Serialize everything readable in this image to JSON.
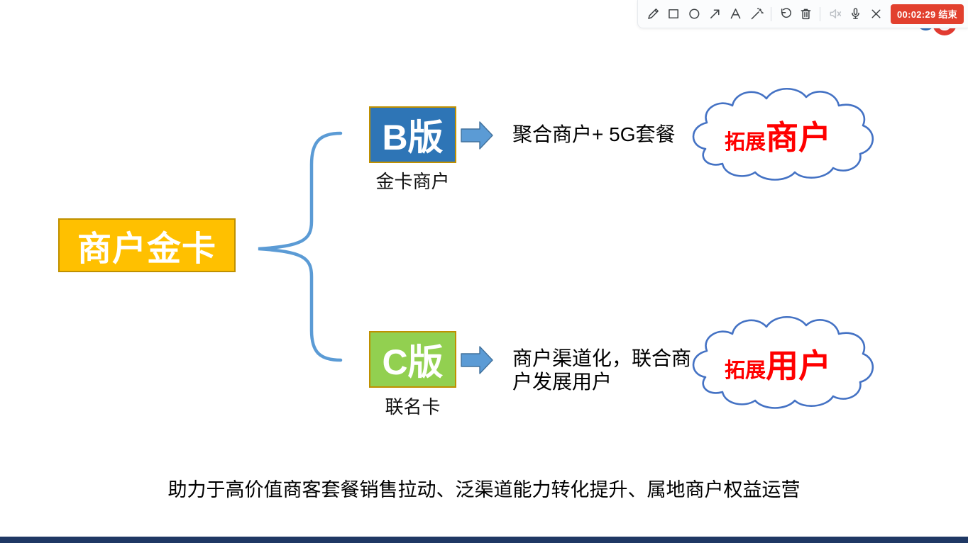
{
  "toolbar": {
    "tool_names": [
      "pencil",
      "rectangle",
      "ellipse",
      "arrow",
      "text",
      "laser-pointer",
      "undo",
      "delete",
      "speaker-muted",
      "microphone",
      "close"
    ],
    "timer_badge": "00:02:29 结束"
  },
  "diagram": {
    "root_label": "商户金卡",
    "branches": [
      {
        "box_label": "B版",
        "caption": "金卡商户",
        "description": "聚合商户+ 5G套餐",
        "cloud_prefix": "拓展",
        "cloud_emphasis": "商户"
      },
      {
        "box_label": "C版",
        "caption": "联名卡",
        "description": "商户渠道化，联合商户发展用户",
        "cloud_prefix": "拓展",
        "cloud_emphasis": "用户"
      }
    ],
    "footer_note": "助力于高价值商客套餐销售拉动、泛渠道能力转化提升、属地商户权益运营"
  },
  "colors": {
    "root_fill": "#FFC000",
    "version_b_fill": "#2E75B6",
    "version_c_fill": "#92D050",
    "gold_border": "#BF9000",
    "connector_blue": "#5B9BD5",
    "connector_dark": "#41719C",
    "cloud_outline": "#4472C4",
    "highlight_red": "#FF0000",
    "badge_red": "#E2402E",
    "icon_gray": "#3C4043",
    "icon_disabled": "#BDC1C6",
    "footer_bar": "#1F3864"
  }
}
